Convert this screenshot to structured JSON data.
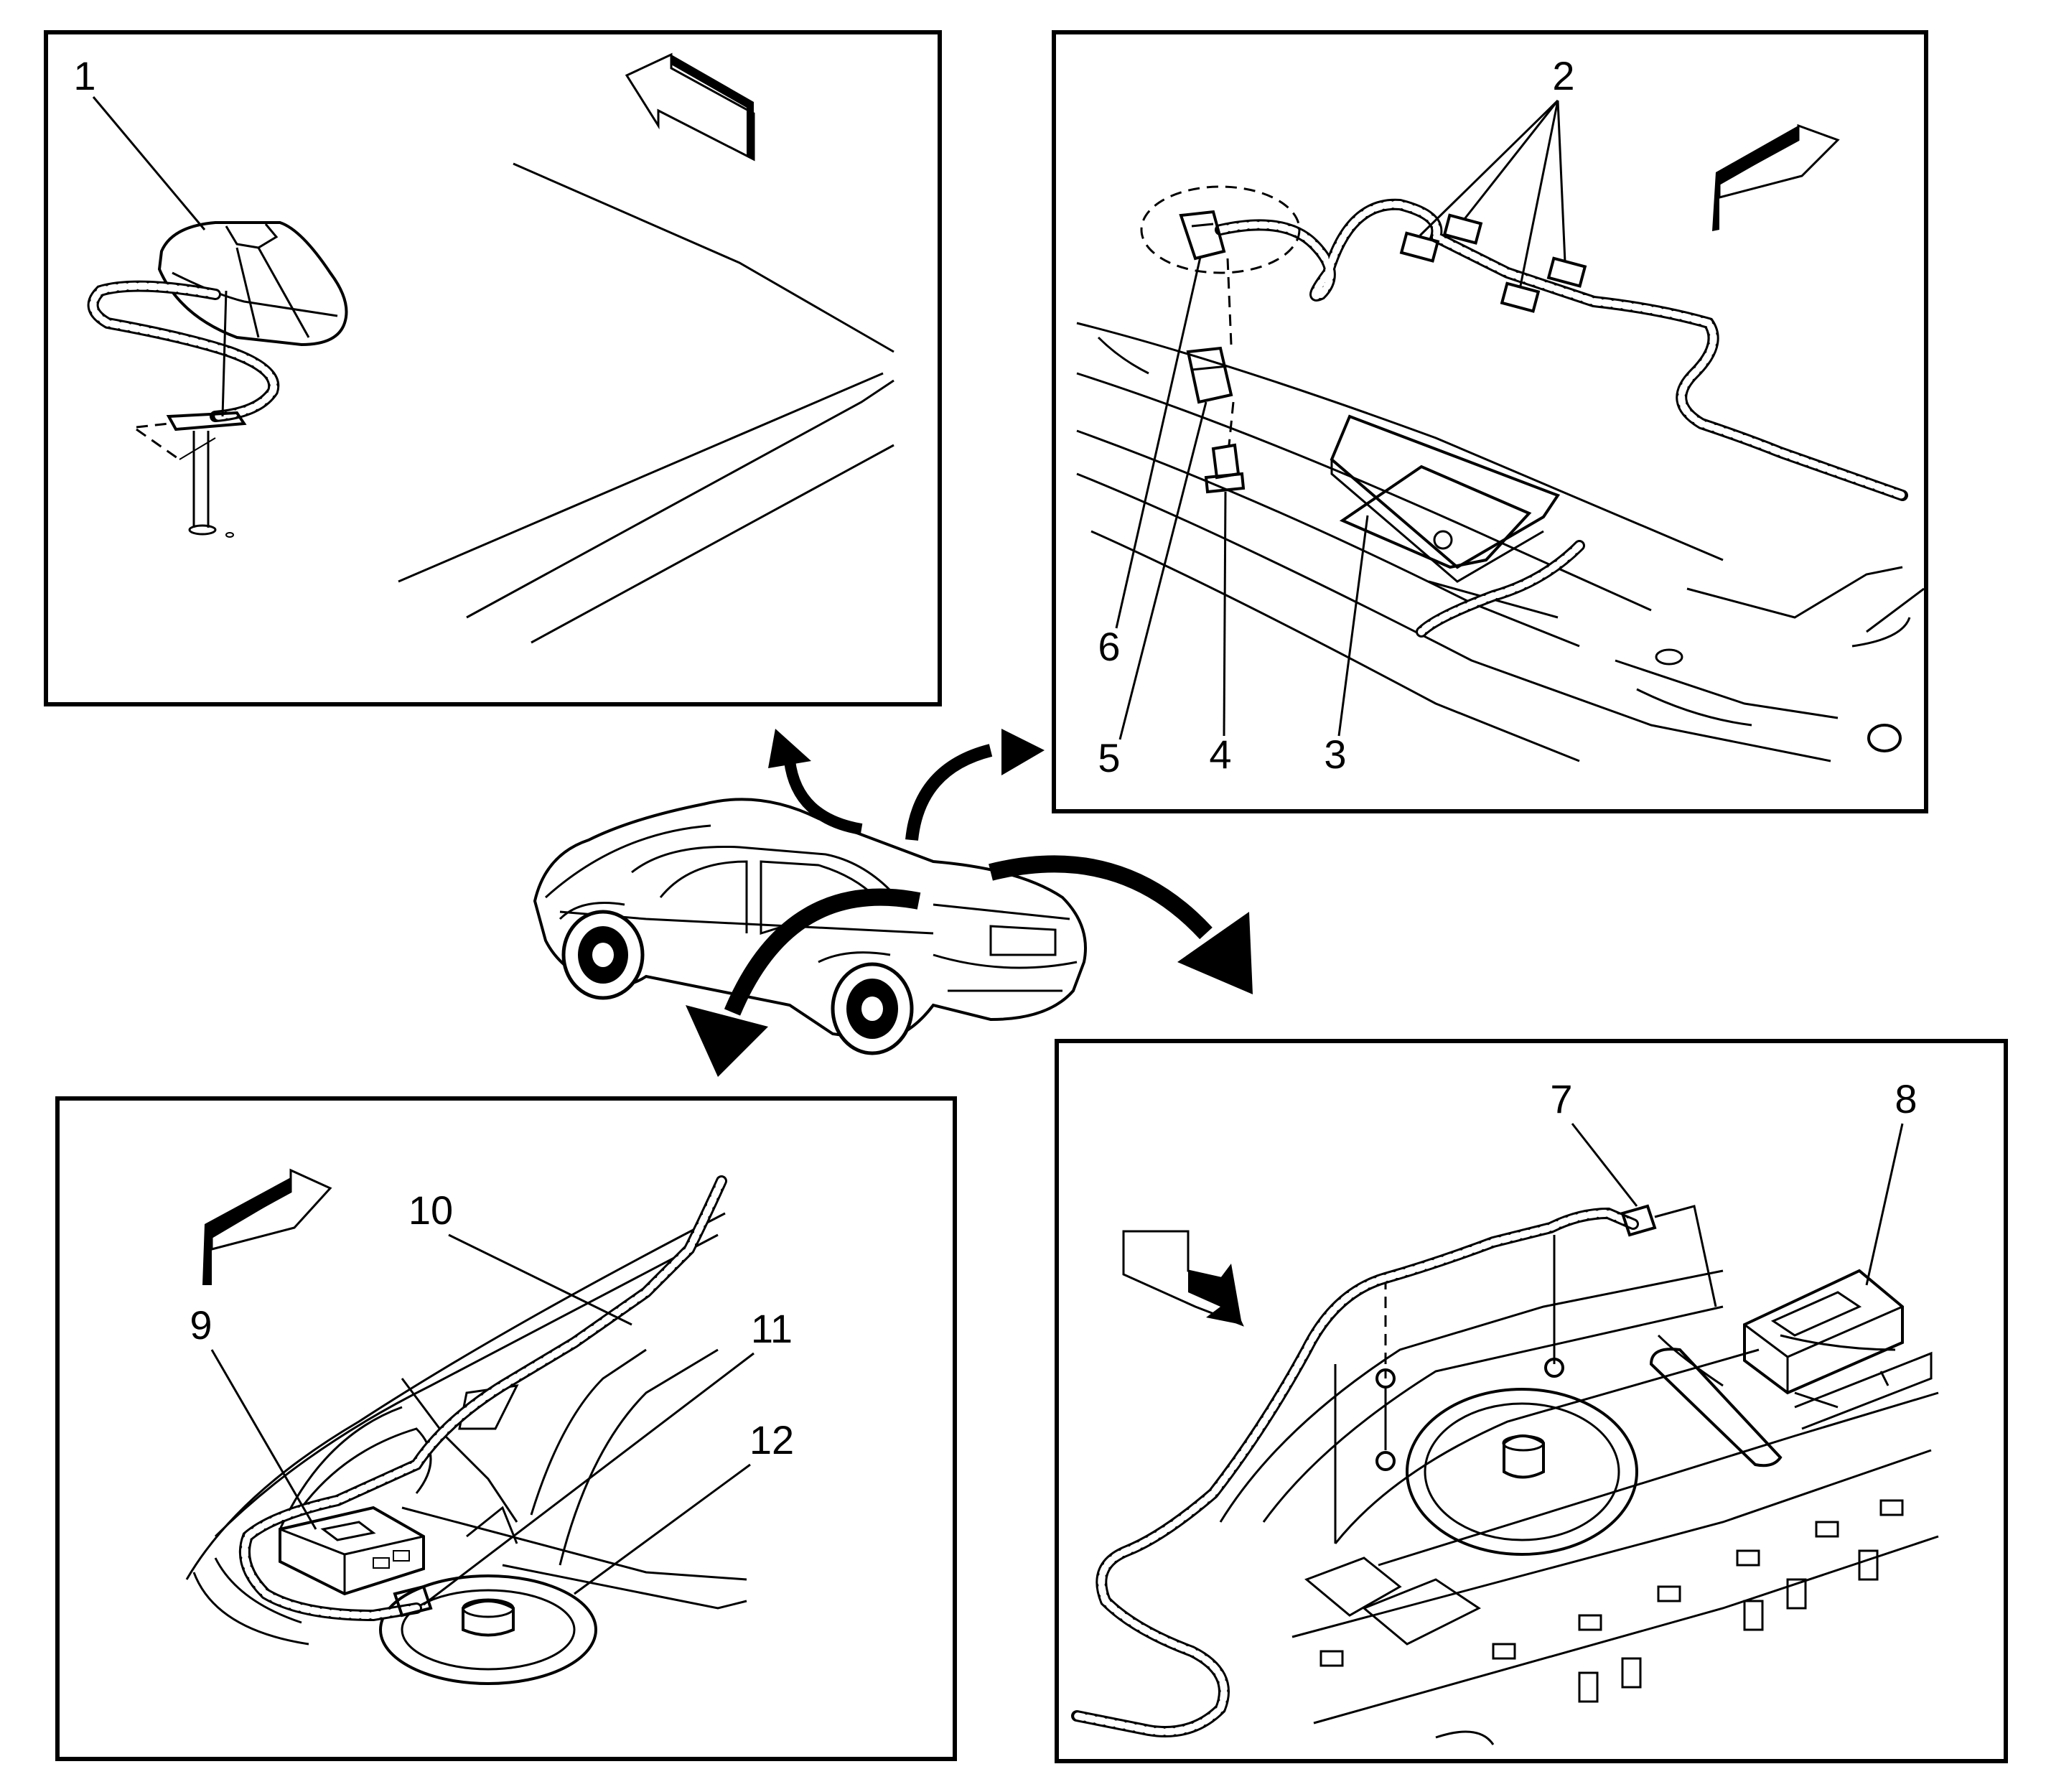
{
  "callouts": {
    "c1": "1",
    "c2": "2",
    "c3": "3",
    "c4": "4",
    "c5": "5",
    "c6": "6",
    "c7": "7",
    "c8": "8",
    "c9": "9",
    "c10": "10",
    "c11": "11",
    "c12": "12"
  },
  "arrow_icon": "forward-direction-arrow-icon",
  "line_color": "#000000",
  "background_color": "#ffffff"
}
